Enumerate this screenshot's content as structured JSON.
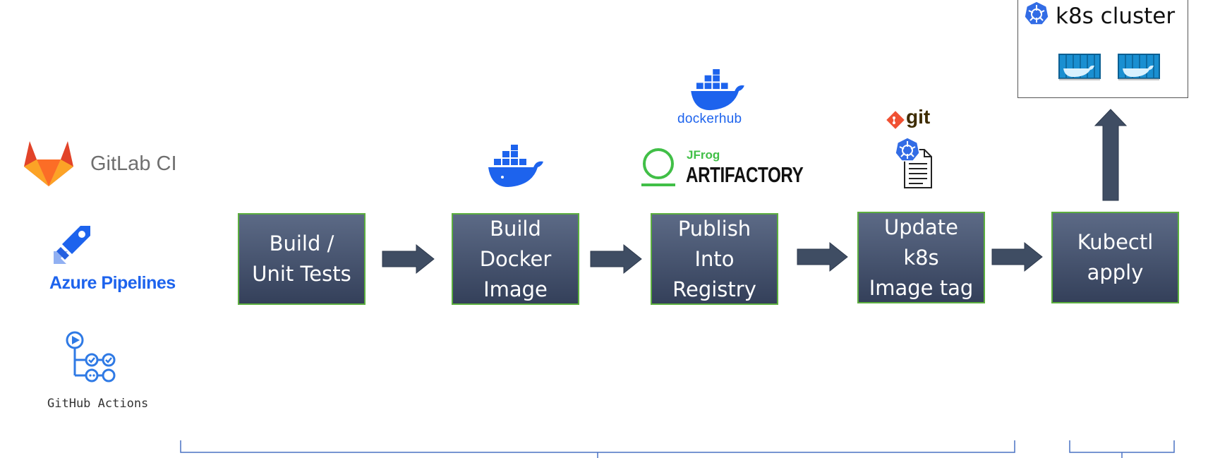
{
  "ci_tools": {
    "gitlab": "GitLab CI",
    "azure": "Azure Pipelines",
    "github": "GitHub Actions"
  },
  "steps": [
    {
      "label": "Build /\nUnit Tests"
    },
    {
      "label": "Build\nDocker\nImage"
    },
    {
      "label": "Publish\nInto\nRegistry"
    },
    {
      "label": "Update\nk8s\nImage tag"
    },
    {
      "label": "Kubectl\napply"
    }
  ],
  "registries": {
    "dockerhub": "dockerhub",
    "jfrog": "JFrog",
    "artifactory": "ARTIFACTORY"
  },
  "git_label": "git",
  "cluster": {
    "label": "k8s cluster"
  },
  "colors": {
    "box_top": "#5c6a86",
    "box_bottom": "#34405a",
    "box_border": "#5cae3f",
    "arrow": "#3f4d63",
    "docker_blue": "#1d63ed",
    "bracket": "#4a72c4"
  },
  "icons": [
    "gitlab-icon",
    "azure-pipelines-icon",
    "github-actions-icon",
    "docker-whale-icon",
    "jfrog-icon",
    "git-icon",
    "kubernetes-icon",
    "manifest-file-icon",
    "container-icon"
  ]
}
